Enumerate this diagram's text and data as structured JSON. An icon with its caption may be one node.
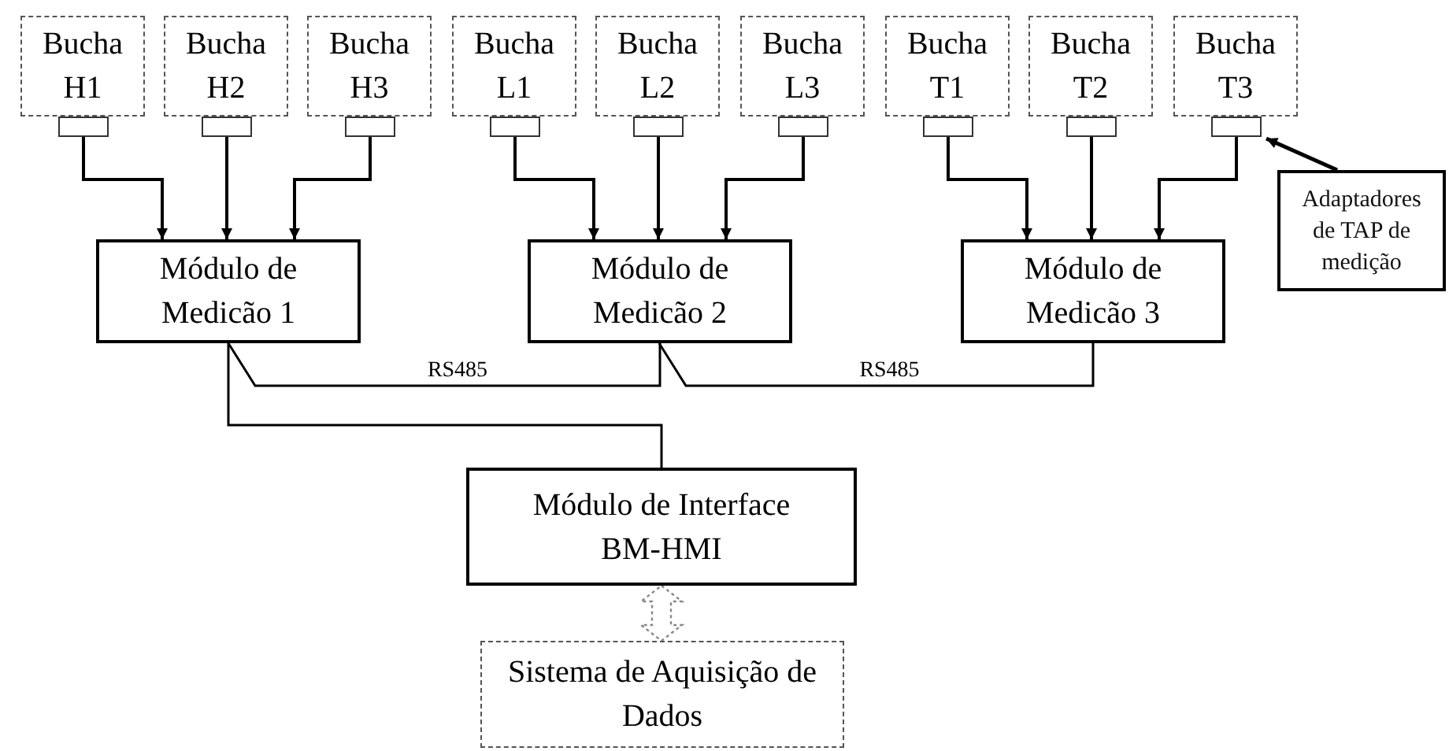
{
  "diagram": {
    "nodes": [
      {
        "text": [
          "Bucha H1"
        ]
      },
      {
        "text": [
          "Bucha H2"
        ]
      },
      {
        "text": [
          "Bucha H3"
        ]
      },
      {
        "text": [
          "Bucha L1"
        ]
      },
      {
        "text": [
          "Bucha L2"
        ]
      },
      {
        "text": [
          "Bucha L3"
        ]
      },
      {
        "text": [
          "Bucha T1"
        ]
      },
      {
        "text": [
          "Bucha T2"
        ]
      },
      {
        "text": [
          "Bucha T3"
        ]
      },
      {
        "text": [],
        "shape": "box"
      },
      {
        "text": [],
        "shape": "box"
      },
      {
        "text": [],
        "shape": "box"
      },
      {
        "text": [],
        "shape": "box"
      },
      {
        "text": [],
        "shape": "box"
      },
      {
        "text": [],
        "shape": "box"
      },
      {
        "text": [],
        "shape": "box"
      },
      {
        "text": [],
        "shape": "box"
      },
      {
        "text": [],
        "shape": "box"
      },
      {
        "text": [
          "Módulo de Medicão 1"
        ]
      },
      {
        "text": [
          "Módulo de Medicão 2"
        ]
      },
      {
        "text": [
          "Módulo de Medicão 3"
        ]
      },
      {
        "text": [
          "Módulo de Interface BM-HMI"
        ]
      },
      {
        "text": [
          "Sistema de Aquisição de Dados"
        ]
      },
      {
        "text": [
          "Adaptadores de TAP de medição"
        ]
      }
    ],
    "edges": [
      {
        "from": 9,
        "to": 18,
        "arrow": "to"
      },
      {
        "from": 10,
        "to": 18,
        "arrow": "to"
      },
      {
        "from": 11,
        "to": 18,
        "arrow": "to"
      },
      {
        "from": 12,
        "to": 19,
        "arrow": "to"
      },
      {
        "from": 13,
        "to": 19,
        "arrow": "to"
      },
      {
        "from": 14,
        "to": 19,
        "arrow": "to"
      },
      {
        "from": 15,
        "to": 20,
        "arrow": "to"
      },
      {
        "from": 16,
        "to": 20,
        "arrow": "to"
      },
      {
        "from": 17,
        "to": 20,
        "arrow": "to"
      },
      {
        "from": 18,
        "to": 19,
        "arrow": "none",
        "label": "RS485"
      },
      {
        "from": 19,
        "to": 20,
        "arrow": "none",
        "label": "RS485"
      },
      {
        "from": 18,
        "to": 21,
        "arrow": "none"
      },
      {
        "from": 21,
        "to": 22,
        "arrow": "both",
        "style": "dashed",
        "color": "#888888"
      },
      {
        "from": 23,
        "to": 17,
        "arrow": "to"
      }
    ]
  }
}
